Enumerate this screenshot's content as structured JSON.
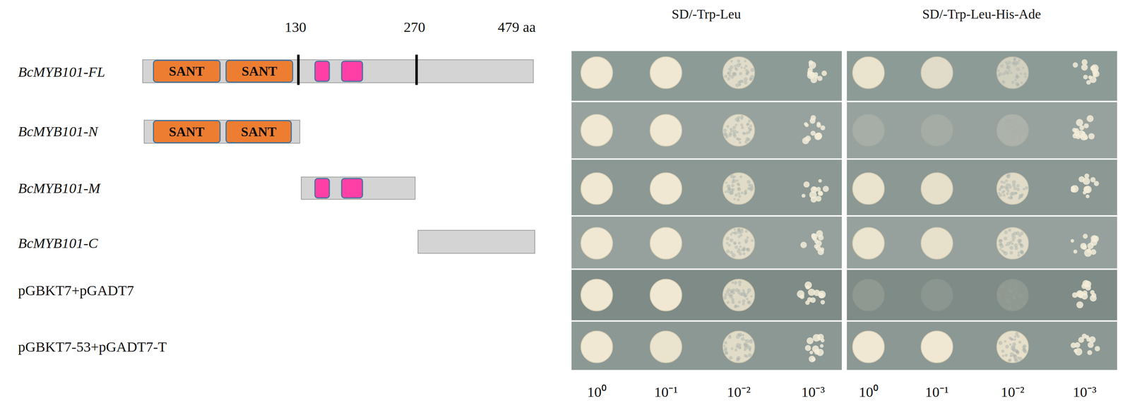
{
  "diagram": {
    "nodes": [
      {
        "text": [
          "SANT"
        ]
      },
      {
        "text": [
          "SANT"
        ]
      },
      {
        "text": [
          "SANT"
        ]
      },
      {
        "text": [
          "SANT"
        ]
      }
    ],
    "labels": [
      "130",
      "270",
      "479 aa",
      "SD/-Trp-Leu",
      "SD/-Trp-Leu-His-Ade",
      "BcMYB101-FL",
      "BcMYB101-N",
      "BcMYB101-M",
      "BcMYB101-C",
      "pGBKT7+pGADT7",
      "pGBKT7-53+pGADT7-T",
      "10⁰",
      "10⁻¹",
      "10⁻²",
      "10⁻³",
      "10⁰",
      "10⁻¹",
      "10⁻²",
      "10⁻³"
    ]
  }
}
